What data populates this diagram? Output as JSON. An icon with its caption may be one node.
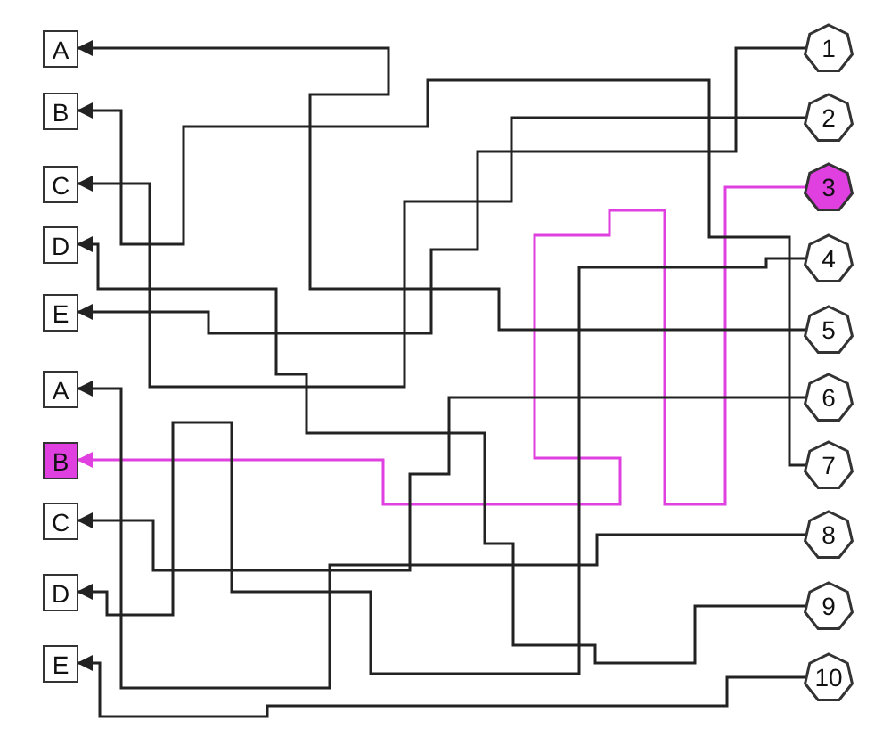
{
  "diagram": {
    "nodes": [
      {
        "text": [
          "A"
        ]
      },
      {
        "text": [
          "B"
        ]
      },
      {
        "text": [
          "C"
        ]
      },
      {
        "text": [
          "D"
        ]
      },
      {
        "text": [
          "E"
        ]
      },
      {
        "text": [
          "A"
        ]
      },
      {
        "text": [
          "B"
        ]
      },
      {
        "text": [
          "C"
        ]
      },
      {
        "text": [
          "D"
        ]
      },
      {
        "text": [
          "E"
        ]
      },
      {
        "text": [
          "1"
        ]
      },
      {
        "text": [
          "2"
        ]
      },
      {
        "text": [
          "3"
        ]
      },
      {
        "text": [
          "4"
        ]
      },
      {
        "text": [
          "5"
        ]
      },
      {
        "text": [
          "6"
        ]
      },
      {
        "text": [
          "7"
        ]
      },
      {
        "text": [
          "8"
        ]
      },
      {
        "text": [
          "9"
        ]
      },
      {
        "text": [
          "10"
        ]
      }
    ],
    "edges": [
      {
        "from": 10,
        "to": 4,
        "arrow": "to"
      },
      {
        "from": 11,
        "to": 2,
        "arrow": "to"
      },
      {
        "from": 12,
        "to": 6,
        "arrow": "to",
        "color": "#e040e0"
      },
      {
        "from": 13,
        "to": 8,
        "arrow": "to"
      },
      {
        "from": 14,
        "to": 0,
        "arrow": "to"
      },
      {
        "from": 15,
        "to": 7,
        "arrow": "to"
      },
      {
        "from": 16,
        "to": 1,
        "arrow": "to"
      },
      {
        "from": 17,
        "to": 5,
        "arrow": "to"
      },
      {
        "from": 18,
        "to": 3,
        "arrow": "to"
      },
      {
        "from": 19,
        "to": 9,
        "arrow": "to"
      }
    ]
  }
}
